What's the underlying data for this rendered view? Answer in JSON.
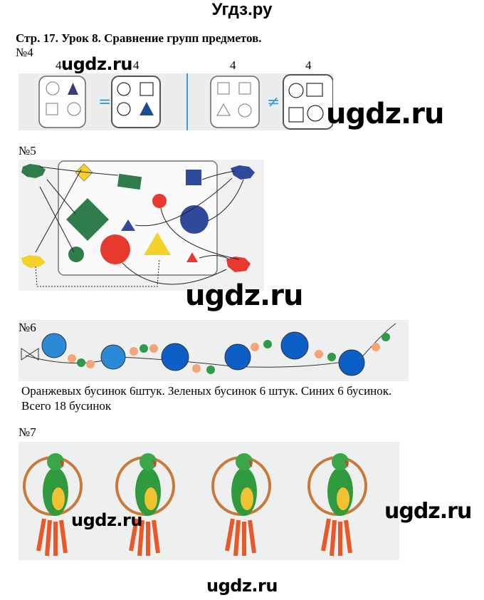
{
  "site_title": "Угдз.ру",
  "heading": "Стр. 17. Урок 8. Сравнение групп предметов.",
  "task4": {
    "label": "№4",
    "counts": [
      "4",
      "4",
      "4",
      "4"
    ],
    "equal_sign": "=",
    "not_equal_sign": "≠"
  },
  "task5": {
    "label": "№5"
  },
  "task6": {
    "label": "№6",
    "answer": "Оранжевых бусинок 6штук. Зеленых бусинок 6 штук. Синих 6 бусинок. Всего 18 бусинок"
  },
  "task7": {
    "label": "№7"
  },
  "watermark": "ugdz.ru",
  "colors": {
    "green": "#2e7d4a",
    "blue": "#2f4a9a",
    "red": "#e8392e",
    "yellow": "#f5d22a",
    "orange_bead": "#f4a57a",
    "light_blue": "#2a8ad8"
  }
}
